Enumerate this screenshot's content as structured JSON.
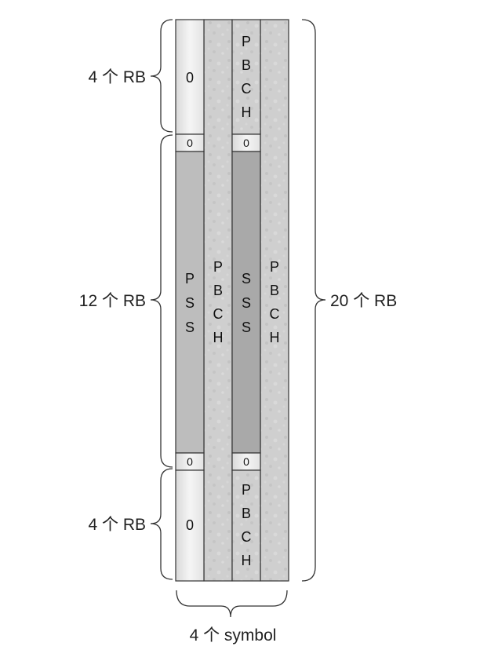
{
  "labels": {
    "top_rb": "4 个 RB",
    "middle_rb": "12 个 RB",
    "bottom_rb": "4 个 RB",
    "total_rb": "20 个 RB",
    "symbols": "4 个 symbol"
  },
  "cells": {
    "col1_top": "0",
    "col1_top_guard": "0",
    "col1_bottom_guard": "0",
    "col1_bottom": "0",
    "col3_top_guard": "0",
    "col3_bottom_guard": "0"
  },
  "vertical_words": {
    "pss": [
      "P",
      "S",
      "S"
    ],
    "sss": [
      "S",
      "S",
      "S"
    ],
    "pbch": [
      "P",
      "B",
      "C",
      "H"
    ]
  },
  "colors": {
    "light_cell": "#efefef",
    "pbch_texture": "#cfcfcf",
    "pss": "#bdbdbd",
    "sss": "#a9a9a9",
    "outline": "#333333"
  }
}
